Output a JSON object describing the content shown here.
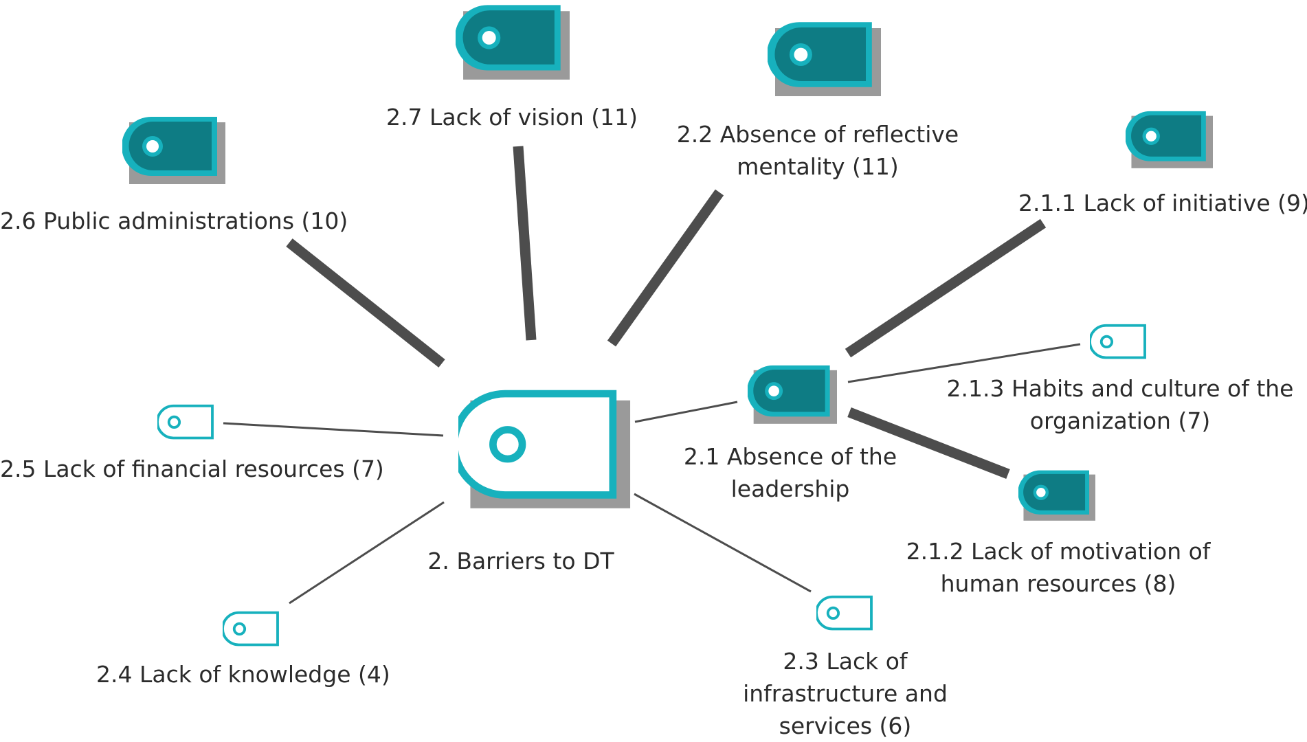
{
  "diagram": {
    "colors": {
      "teal_dark": "#0e7c84",
      "teal_bright": "#17b1bd",
      "shadow": "#9a9a9a",
      "edge": "#4d4d4d",
      "text": "#2b2b2b"
    },
    "center": {
      "label": "2. Barriers to DT",
      "icon": "node-outline-icon"
    },
    "hub": {
      "label_lines": [
        "2.1 Absence of the",
        "leadership"
      ],
      "icon": "node-filled-icon"
    },
    "nodes": [
      {
        "id": "2.2",
        "label_lines": [
          "2.2 Absence of reflective",
          "mentality (11)"
        ],
        "style": "filled",
        "edge": "strong",
        "icon": "node-filled-icon"
      },
      {
        "id": "2.3",
        "label_lines": [
          "2.3 Lack of",
          "infrastructure and",
          "services (6)"
        ],
        "style": "outline",
        "edge": "thin",
        "icon": "node-outline-icon"
      },
      {
        "id": "2.4",
        "label_lines": [
          "2.4 Lack of knowledge (4)"
        ],
        "style": "outline",
        "edge": "thin",
        "icon": "node-outline-icon"
      },
      {
        "id": "2.5",
        "label_lines": [
          "2.5 Lack of financial resources (7)"
        ],
        "style": "outline",
        "edge": "thin",
        "icon": "node-outline-icon"
      },
      {
        "id": "2.6",
        "label_lines": [
          "2.6 Public administrations (10)"
        ],
        "style": "filled",
        "edge": "strong",
        "icon": "node-filled-icon"
      },
      {
        "id": "2.7",
        "label_lines": [
          "2.7 Lack of vision (11)"
        ],
        "style": "filled",
        "edge": "strong",
        "icon": "node-filled-icon"
      }
    ],
    "sub_nodes": [
      {
        "id": "2.1.1",
        "label_lines": [
          "2.1.1  Lack of initiative (9)"
        ],
        "style": "filled",
        "edge": "strong",
        "icon": "node-filled-icon"
      },
      {
        "id": "2.1.2",
        "label_lines": [
          "2.1.2  Lack of motivation of",
          "human resources (8)"
        ],
        "style": "filled",
        "edge": "strong",
        "icon": "node-filled-icon"
      },
      {
        "id": "2.1.3",
        "label_lines": [
          "2.1.3 Habits and culture of the",
          "organization (7)"
        ],
        "style": "outline",
        "edge": "thin",
        "icon": "node-outline-icon"
      }
    ]
  }
}
